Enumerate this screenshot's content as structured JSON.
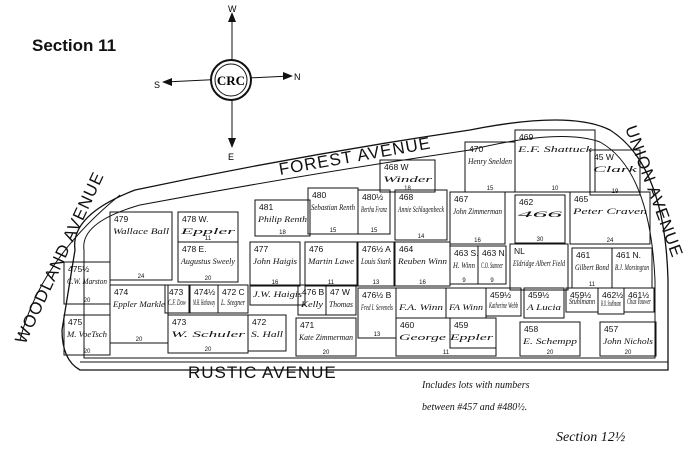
{
  "title": "Section 11",
  "compass": {
    "north": "N",
    "south": "S",
    "east": "E",
    "west": "W",
    "monogram": "CRC"
  },
  "streets": {
    "forest": "FOREST AVENUE",
    "union": "UNION AVENUE",
    "woodland": "WOODLAND AVENUE",
    "rustic": "RUSTIC AVENUE"
  },
  "lots": [
    {
      "num": "480",
      "owner": "Sebastian Renth",
      "dim": "15"
    },
    {
      "num": "481",
      "owner": "Philip Renth",
      "dim": "18"
    },
    {
      "num": "480½",
      "owner": "Bertha Franz",
      "dim": "15"
    },
    {
      "num": "468",
      "owner": "Annie Schlagenbeck",
      "dim": "14"
    },
    {
      "num": "468 W",
      "owner": "Winder",
      "dim": "18"
    },
    {
      "num": "470",
      "owner": "Henry Snelden",
      "dim": "15"
    },
    {
      "num": "469",
      "owner": "E.F. Shattuck",
      "dim": "10"
    },
    {
      "num": "45 W",
      "owner": "Clark",
      "dim": "19"
    },
    {
      "num": "479",
      "owner": "Wallace Ball",
      "dim": "24"
    },
    {
      "num": "478 W.",
      "owner": "Eppler",
      "dim": "11"
    },
    {
      "num": "478 E.",
      "owner": "Augustus Sweely",
      "dim": "20"
    },
    {
      "num": "467",
      "owner": "John Zimmerman",
      "dim": "16"
    },
    {
      "num": "462",
      "owner": "466",
      "dim": "30"
    },
    {
      "num": "465",
      "owner": "Peter Craven",
      "dim": "24"
    },
    {
      "num": "477",
      "owner": "John Haigis",
      "dim": "16"
    },
    {
      "num": "476",
      "owner": "Martin Lawe",
      "dim": "11"
    },
    {
      "num": "476½ A",
      "owner": "Louis Stark",
      "dim": "13"
    },
    {
      "num": "464",
      "owner": "Reuben Winn",
      "dim": "16"
    },
    {
      "num": "463 S.",
      "owner": "H. Winn",
      "dim": "9"
    },
    {
      "num": "463 N.",
      "owner": "C.O. Sumner",
      "dim": "9"
    },
    {
      "num": "NL",
      "owner": "Eldridge Albert Field",
      "dim": ""
    },
    {
      "num": "461",
      "owner": "Gilbert Bond",
      "dim": "11"
    },
    {
      "num": "461 N.",
      "owner": "B.J. Morsington",
      "dim": ""
    },
    {
      "num": "475½",
      "owner": "C.W. Marston",
      "dim": "20"
    },
    {
      "num": "474",
      "owner": "Eppler Markle",
      "dim": "20"
    },
    {
      "num": "473",
      "owner": "C.F. Dow",
      "dim": ""
    },
    {
      "num": "474½",
      "owner": "M.H. Hathaway",
      "dim": ""
    },
    {
      "num": "472 C",
      "owner": "L. Stegner",
      "dim": ""
    },
    {
      "num": "",
      "owner": "J.W. Haigis",
      "dim": ""
    },
    {
      "num": "476 B",
      "owner": "Kelly",
      "dim": ""
    },
    {
      "num": "47 W",
      "owner": "Thomas",
      "dim": ""
    },
    {
      "num": "476½ B",
      "owner": "Fred I. Sevenels",
      "dim": "13"
    },
    {
      "num": "",
      "owner": "F.A. Winn",
      "dim": ""
    },
    {
      "num": "",
      "owner": "FA Winn",
      "dim": ""
    },
    {
      "num": "459½",
      "owner": "Katherine Webb",
      "dim": ""
    },
    {
      "num": "459½",
      "owner": "A Lucia",
      "dim": ""
    },
    {
      "num": "459½",
      "owner": "Stuhlmann",
      "dim": ""
    },
    {
      "num": "462½",
      "owner": "B.O. Stuhlmann",
      "dim": ""
    },
    {
      "num": "461½",
      "owner": "Chas Youwer",
      "dim": ""
    },
    {
      "num": "475",
      "owner": "M. VoeTsch",
      "dim": "20"
    },
    {
      "num": "473",
      "owner": "W. Schuler",
      "dim": "20"
    },
    {
      "num": "472",
      "owner": "S. Hall",
      "dim": ""
    },
    {
      "num": "471",
      "owner": "Kate Zimmerman",
      "dim": "20"
    },
    {
      "num": "460",
      "owner": "George Eppler",
      "dim": "11"
    },
    {
      "num": "459",
      "owner": "",
      "dim": ""
    },
    {
      "num": "458",
      "owner": "E. Schempp",
      "dim": "20"
    },
    {
      "num": "457",
      "owner": "John Nichols",
      "dim": "20"
    }
  ],
  "note": {
    "line1": "Includes lots with numbers",
    "line2": "between #457 and #480½."
  },
  "section_ref": "Section 12½"
}
